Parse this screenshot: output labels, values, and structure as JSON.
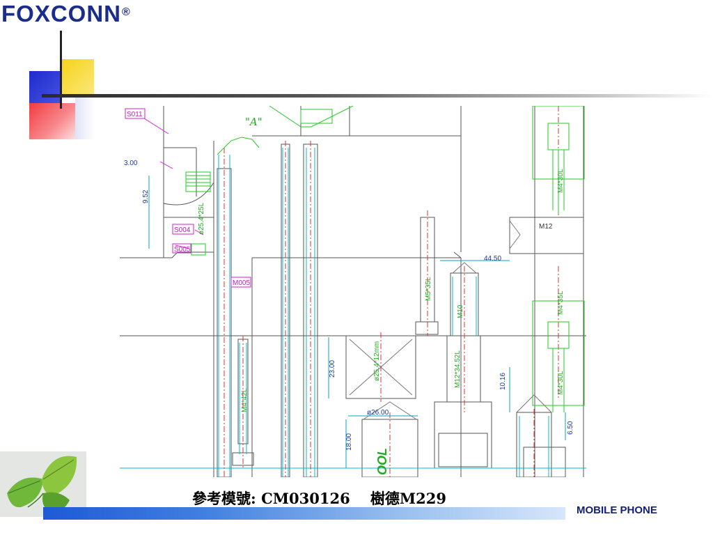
{
  "header": {
    "logo_text": "FOXCONN",
    "logo_mark": "®"
  },
  "drawing": {
    "labels": {
      "s011": "S011",
      "s004": "S004",
      "s005": "S005",
      "m005": "M005",
      "view_a": "\"A\"",
      "dim_300": "3.00",
      "dim_952": "9.52",
      "dim_4450": "44.50",
      "dim_2300": "23.00",
      "dim_2600": "ø26.00",
      "dim_1800": "18.00",
      "dim_1016": "10.16",
      "dim_650": "6.50",
      "m12": "M12",
      "m10": "M10",
      "m12_long": "M12*34.52L",
      "m4_short": "M4*42L",
      "m5": "M5*35L",
      "m4_side": "M4*30L",
      "m4_side2": "M4*35L",
      "m4_side3": "M4*30L",
      "pin": "ø25.4*25L",
      "pin2": "ø25.4*12mm",
      "ool": "OOL"
    }
  },
  "footer": {
    "caption": "參考模號: CM030126    樹德M229",
    "brand_text": "MOBILE PHONE"
  },
  "colors": {
    "logo": "#1a2c8c",
    "blue_square": "#2a36d4",
    "yellow_square": "#f6d31a",
    "red_square": "#f2484e",
    "bottom_bar": "#1d5ad6"
  }
}
